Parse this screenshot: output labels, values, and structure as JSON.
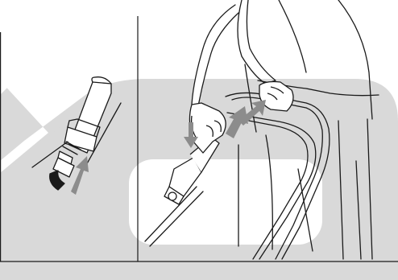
{
  "illustration": {
    "panels": [
      {
        "id": "left-panel",
        "subject": "handle-tube-end-detail"
      },
      {
        "id": "right-panel",
        "subject": "person-unfolding-mower-handle"
      }
    ],
    "arrows": [
      {
        "id": "arrow-left-up",
        "direction": "up-right"
      },
      {
        "id": "arrow-right-down",
        "direction": "down"
      },
      {
        "id": "arrow-right-up",
        "direction": "up-right"
      }
    ],
    "colors": {
      "background": "#ffffff",
      "shade": "#d9d9d9",
      "arrow": "#8c8c8c",
      "ink": "#1a1a1a"
    }
  }
}
